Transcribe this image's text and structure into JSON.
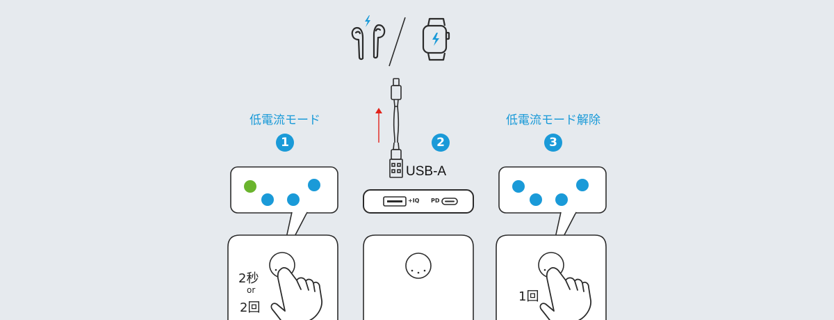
{
  "colors": {
    "background": "#e6eaee",
    "accent_blue": "#1a9ad8",
    "led_green": "#6ab42d",
    "led_blue": "#1a9ad8",
    "arrow_red": "#e2231a",
    "outline": "#2b2b2b"
  },
  "top_devices": {
    "earbuds_icon": "earbuds-charging-icon",
    "separator": "/",
    "watch_icon": "smartwatch-charging-icon"
  },
  "cable": {
    "icon": "lightning-to-usb-a-cable-icon",
    "direction_icon": "red-up-arrow-icon"
  },
  "step1": {
    "mode_label": "低電流モード",
    "badge": "1",
    "leds": [
      "green",
      "blue",
      "blue",
      "blue"
    ],
    "press_duration": "2秒",
    "or_text": "or",
    "press_count": "2回"
  },
  "step2": {
    "badge": "2",
    "usb_label": "USB-A",
    "port_usb_label": "+IQ",
    "port_pd_label": "PD"
  },
  "step3": {
    "mode_label": "低電流モード解除",
    "badge": "3",
    "leds": [
      "blue",
      "blue",
      "blue",
      "blue"
    ],
    "press_count": "1回"
  }
}
